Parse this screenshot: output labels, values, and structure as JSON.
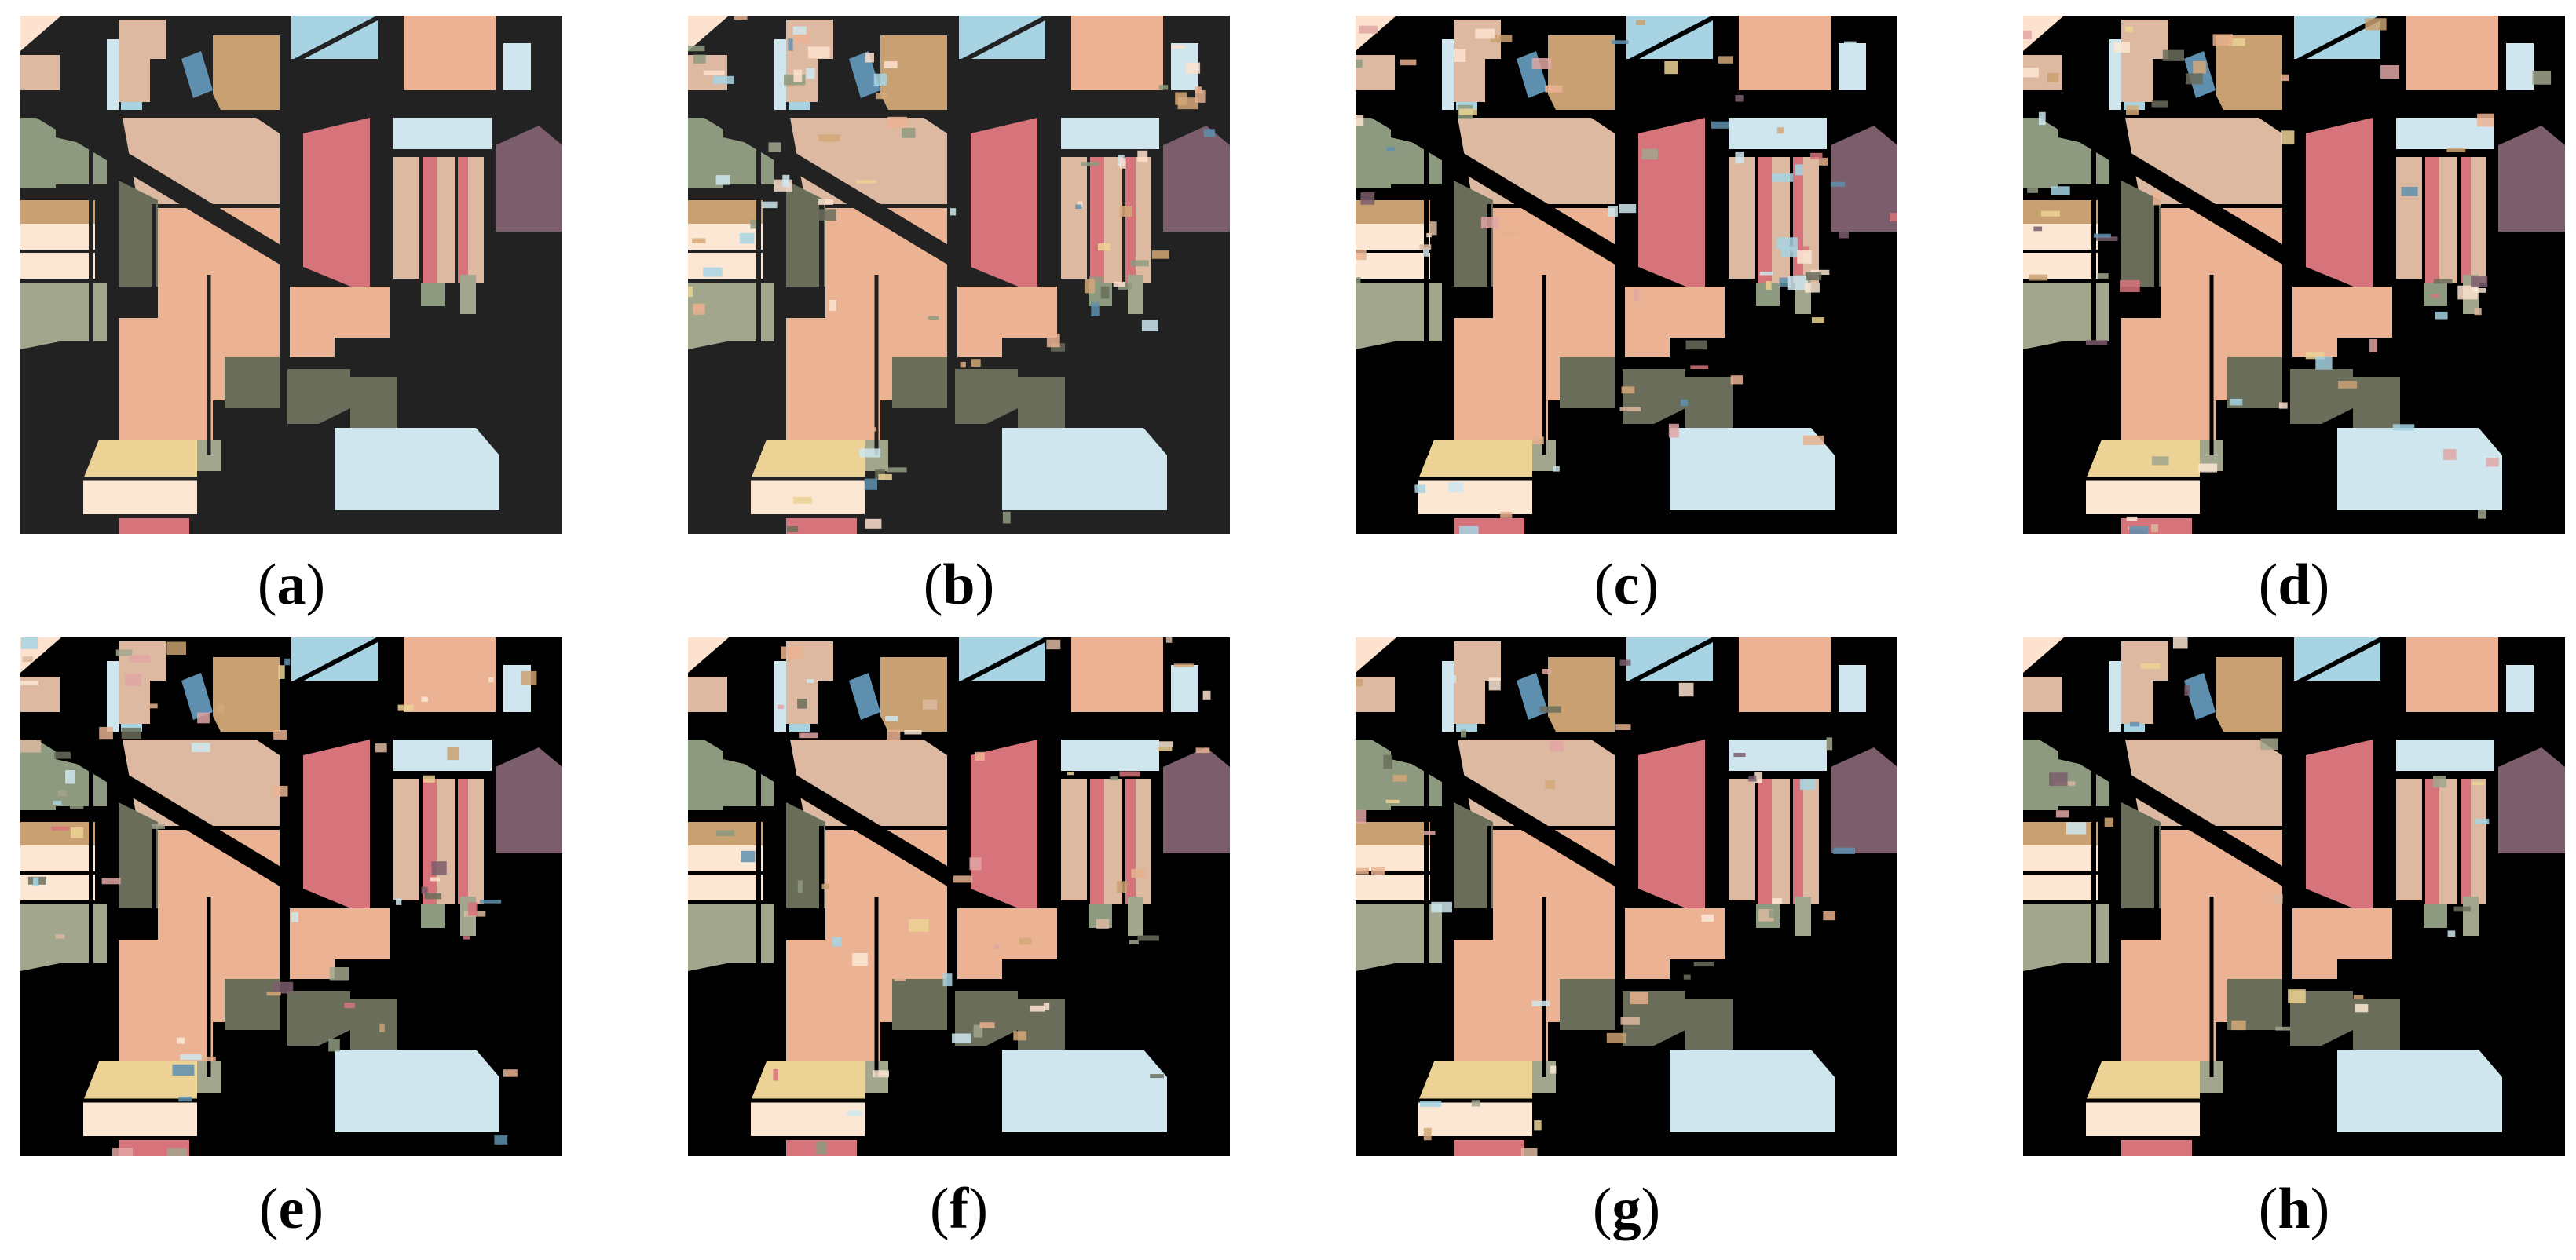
{
  "panels": [
    {
      "id": "a",
      "caption_open": "(",
      "caption_letter": "a",
      "caption_close": ")",
      "background": "#222222",
      "noise": 0
    },
    {
      "id": "b",
      "caption_open": "(",
      "caption_letter": "b",
      "caption_close": ")",
      "background": "#222222",
      "noise": 0.55
    },
    {
      "id": "c",
      "caption_open": "(",
      "caption_letter": "c",
      "caption_close": ")",
      "background": "#000000",
      "noise": 0.5
    },
    {
      "id": "d",
      "caption_open": "(",
      "caption_letter": "d",
      "caption_close": ")",
      "background": "#000000",
      "noise": 0.4
    },
    {
      "id": "e",
      "caption_open": "(",
      "caption_letter": "e",
      "caption_close": ")",
      "background": "#000000",
      "noise": 0.45
    },
    {
      "id": "f",
      "caption_open": "(",
      "caption_letter": "f",
      "caption_close": ")",
      "background": "#000000",
      "noise": 0.35
    },
    {
      "id": "g",
      "caption_open": "(",
      "caption_letter": "g",
      "caption_close": ")",
      "background": "#000000",
      "noise": 0.3
    },
    {
      "id": "h",
      "caption_open": "(",
      "caption_letter": "h",
      "caption_close": ")",
      "background": "#000000",
      "noise": 0.15
    }
  ],
  "class_colors": {
    "peach": "#fde2cf",
    "tan": "#e6b08e",
    "salmon": "#ebb393",
    "light_tan": "#dcb9a0",
    "rose": "#d7737a",
    "sky": "#a7d3e3",
    "pale_blue": "#cfe6ef",
    "steel_blue": "#5f8fae",
    "khaki": "#c9a071",
    "olive_dark": "#6a6d5a",
    "olive": "#a2a68d",
    "sage": "#8e9a80",
    "plum": "#7b5d6c",
    "cream": "#fbe7d4",
    "gold": "#ecd294",
    "sand": "#d4a878",
    "blush": "#e0a6a3"
  }
}
